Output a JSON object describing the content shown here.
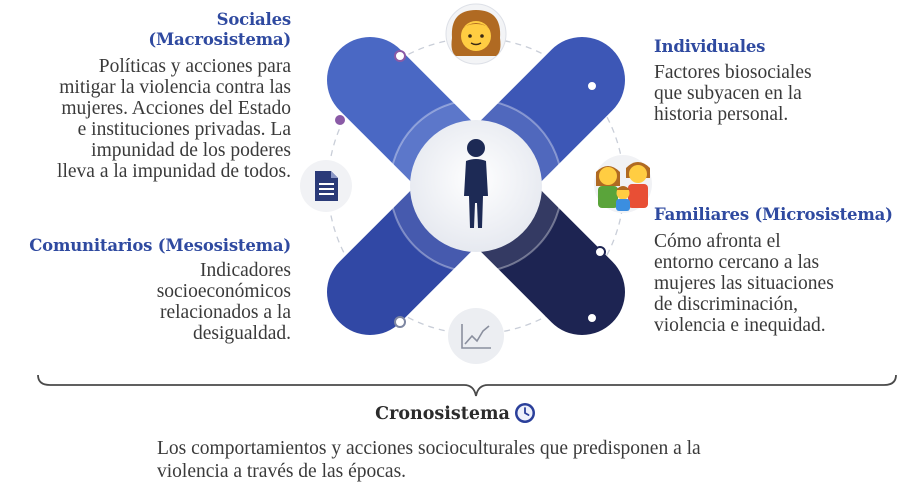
{
  "sociales": {
    "title_lines": [
      "Sociales",
      "(Macrosistema)"
    ],
    "body_lines": [
      "Políticas y acciones para",
      "mitigar la violencia contra las",
      "mujeres. Acciones del Estado",
      "e instituciones privadas. La",
      "impunidad de los poderes",
      "lleva a la impunidad de todos."
    ]
  },
  "comunitarios": {
    "title": "Comunitarios (Mesosistema)",
    "body_lines": [
      "Indicadores",
      "socioeconómicos",
      "relacionados a la",
      "desigualdad."
    ]
  },
  "individuales": {
    "title": "Individuales",
    "body_lines": [
      "Factores biosociales",
      "que subyacen en la",
      "historia personal."
    ]
  },
  "familiares": {
    "title": "Familiares (Microsistema)",
    "body_lines": [
      "Cómo afronta el",
      "entorno cercano a las",
      "mujeres las situaciones",
      "de discriminación,",
      "violencia e inequidad."
    ]
  },
  "cronosistema": {
    "title": "Cronosistema",
    "body_lines": [
      "Los comportamientos y acciones socioculturales que predisponen a la",
      "violencia a través de las épocas."
    ]
  },
  "icons": {
    "center": "woman-figure-icon",
    "top": "girl-emoji-icon",
    "right": "family-emoji-icon",
    "left": "document-icon",
    "bottom": "line-chart-icon",
    "title": "clock-icon"
  },
  "colors": {
    "heading": "#2f4aa0",
    "arm_top_left": "#4a68c4",
    "arm_top_right": "#3d57b6",
    "arm_bottom_left": "#3148a5",
    "arm_bottom_right": "#1d2452",
    "node_purple": "#8a5aa6"
  }
}
